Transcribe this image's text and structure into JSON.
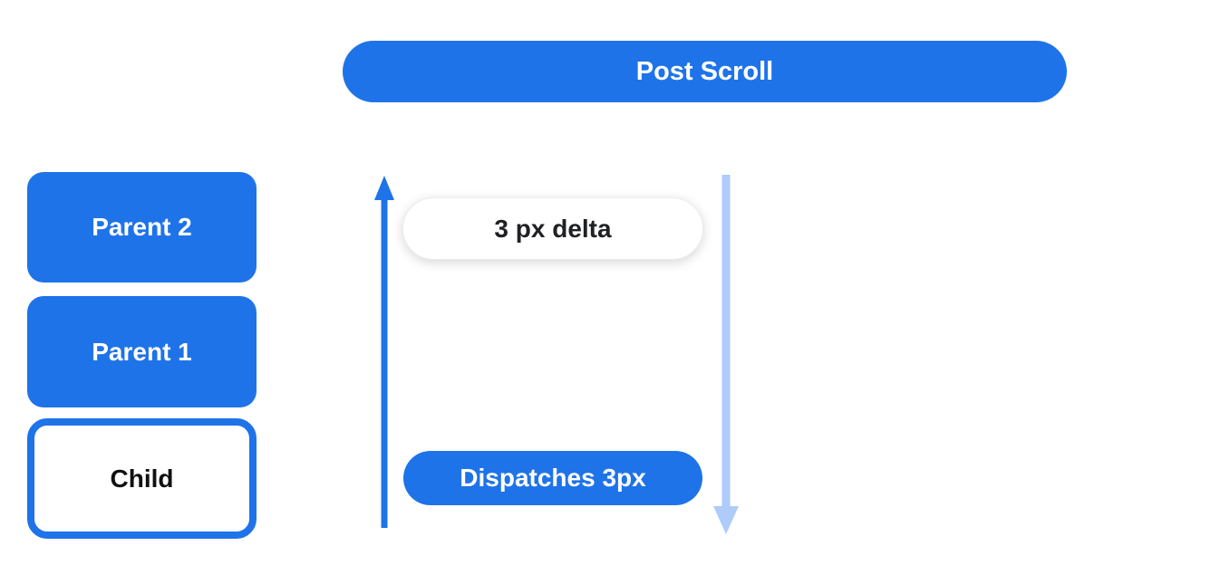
{
  "diagram": {
    "title_pill": "Post Scroll",
    "nodes": [
      {
        "id": "parent2",
        "label": "Parent 2"
      },
      {
        "id": "parent1",
        "label": "Parent 1"
      },
      {
        "id": "child",
        "label": "Child"
      }
    ],
    "up_arrow": {
      "meaning": "scroll delta travels up from child to parents",
      "color": "#1f73e8"
    },
    "down_arrow": {
      "meaning": "post scroll dispatch travels down",
      "color": "#aecbfa"
    },
    "delta_pill": "3 px delta",
    "dispatch_pill": "Dispatches 3px",
    "colors": {
      "blue": "#1f73e8",
      "light_blue": "#aecbfa",
      "background": "#ffffff",
      "text_dark": "#202124"
    }
  }
}
